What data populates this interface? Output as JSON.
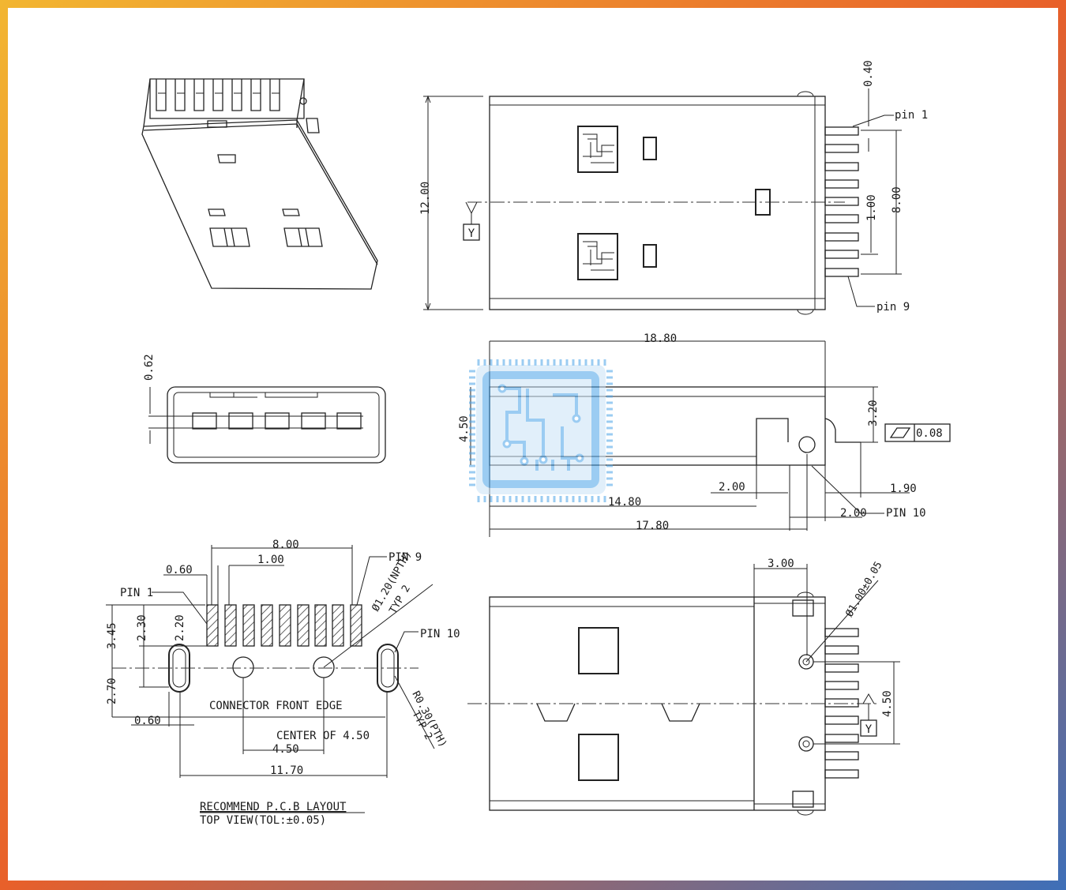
{
  "colors": {
    "border_top_left": "#f2b631",
    "border_top_right": "#e8602a",
    "border_bottom_left": "#e87a28",
    "border_bottom_right": "#3e6fb8",
    "line": "#222222",
    "watermark": "#4aa3e8"
  },
  "watermark": {
    "icon": "pcb-chip-logo-icon"
  },
  "top_view": {
    "dims": {
      "pitch": "0.40",
      "total_height": "12.00",
      "pin_span": "8.00",
      "pin_pitch": "1.00"
    },
    "labels": {
      "pin1": "pin 1",
      "pin9": "pin 9",
      "datum": "Y"
    }
  },
  "side_view": {
    "dims": {
      "length": "18.80",
      "height": "4.50",
      "tail": "3.20",
      "gap": "2.00",
      "right": "1.90",
      "len1": "14.80",
      "len2": "17.80",
      "pin_off": "2.00"
    },
    "labels": {
      "pin10": "PIN 10",
      "tolerance": "0.08"
    }
  },
  "front_view": {
    "dims": {
      "contact": "0.62"
    }
  },
  "pcb_layout": {
    "dims": {
      "span": "8.00",
      "pad_w": "0.60",
      "pitch": "1.00",
      "h345": "3.45",
      "h230": "2.30",
      "h220": "2.20",
      "h270": "2.70",
      "off060": "0.60",
      "c450": "4.50",
      "total": "11.70"
    },
    "labels": {
      "pin1": "PIN 1",
      "pin9": "PIN 9",
      "pin10": "PIN 10",
      "npth": "Ø1.20(NPTH)",
      "typ": "TYP 2",
      "pth": "R0.30(PTH)",
      "front_edge": "CONNECTOR FRONT EDGE",
      "center": "CENTER OF 4.50",
      "title": "RECOMMEND P.C.B LAYOUT",
      "subtitle": "TOP VIEW(TOL:±0.05)"
    }
  },
  "bottom_view": {
    "dims": {
      "w300": "3.00",
      "hole": "Ø1.00±0.05",
      "span450": "4.50"
    },
    "labels": {
      "datum": "Y"
    }
  }
}
